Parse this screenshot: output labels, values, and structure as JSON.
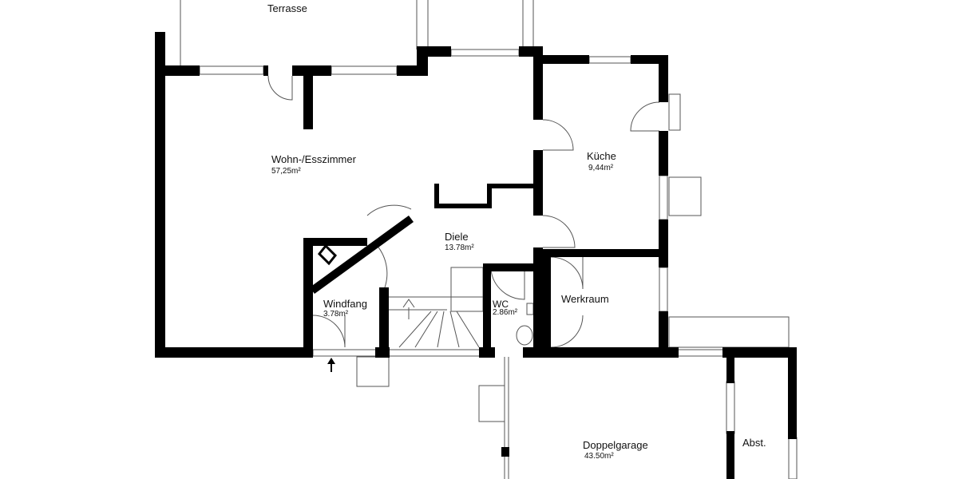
{
  "rooms": [
    {
      "name": "Terrasse",
      "area": ""
    },
    {
      "name": "Wohn-/Esszimmer",
      "area": "57,25m²"
    },
    {
      "name": "Küche",
      "area": "9,44m²"
    },
    {
      "name": "Diele",
      "area": "13.78m²"
    },
    {
      "name": "Windfang",
      "area": "3.78m²"
    },
    {
      "name": "WC",
      "area": "2.86m²"
    },
    {
      "name": "Werkraum",
      "area": ""
    },
    {
      "name": "Doppelgarage",
      "area": "43.50m²"
    },
    {
      "name": "Abst.",
      "area": ""
    }
  ],
  "colors": {
    "wall": "#000000",
    "line": "#555555",
    "background": "#ffffff"
  }
}
